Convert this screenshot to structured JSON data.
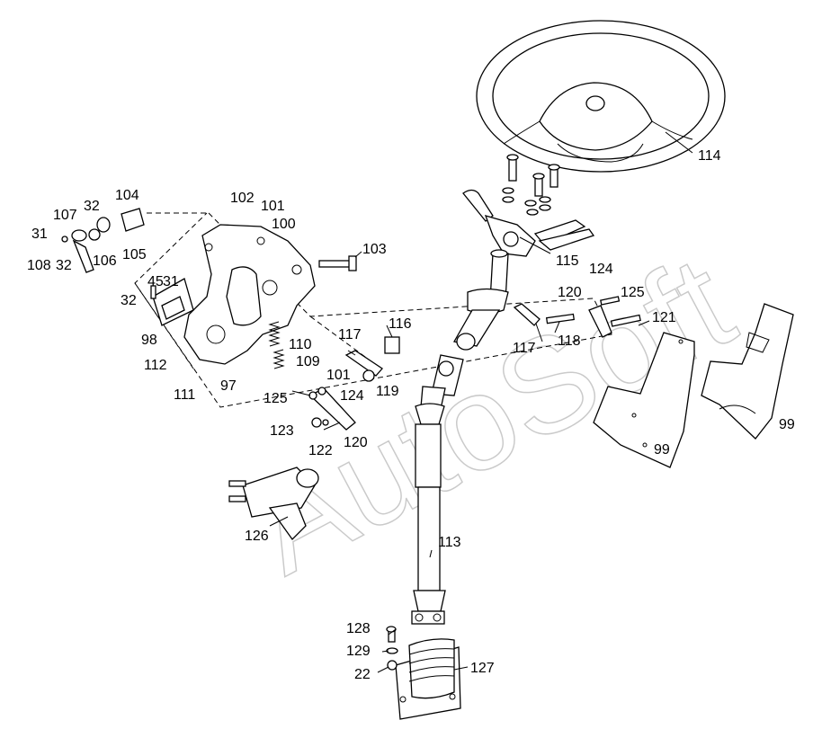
{
  "watermark": "AutoSoft",
  "callouts": {
    "c22": "22",
    "c31a": "31",
    "c31b": "31",
    "c32a": "32",
    "c32b": "32",
    "c32c": "32",
    "c45": "45",
    "c97": "97",
    "c98": "98",
    "c99a": "99",
    "c99b": "99",
    "c100": "100",
    "c101a": "101",
    "c101b": "101",
    "c102": "102",
    "c103": "103",
    "c104": "104",
    "c105": "105",
    "c106": "106",
    "c107": "107",
    "c108": "108",
    "c109": "109",
    "c110": "110",
    "c111": "111",
    "c112": "112",
    "c113": "113",
    "c114": "114",
    "c115": "115",
    "c116": "116",
    "c117a": "117",
    "c117b": "117",
    "c118": "118",
    "c119": "119",
    "c120a": "120",
    "c120b": "120",
    "c121": "121",
    "c122": "122",
    "c123": "123",
    "c124a": "124",
    "c124b": "124",
    "c125a": "125",
    "c125b": "125",
    "c126": "126",
    "c127": "127",
    "c128": "128",
    "c129": "129"
  }
}
